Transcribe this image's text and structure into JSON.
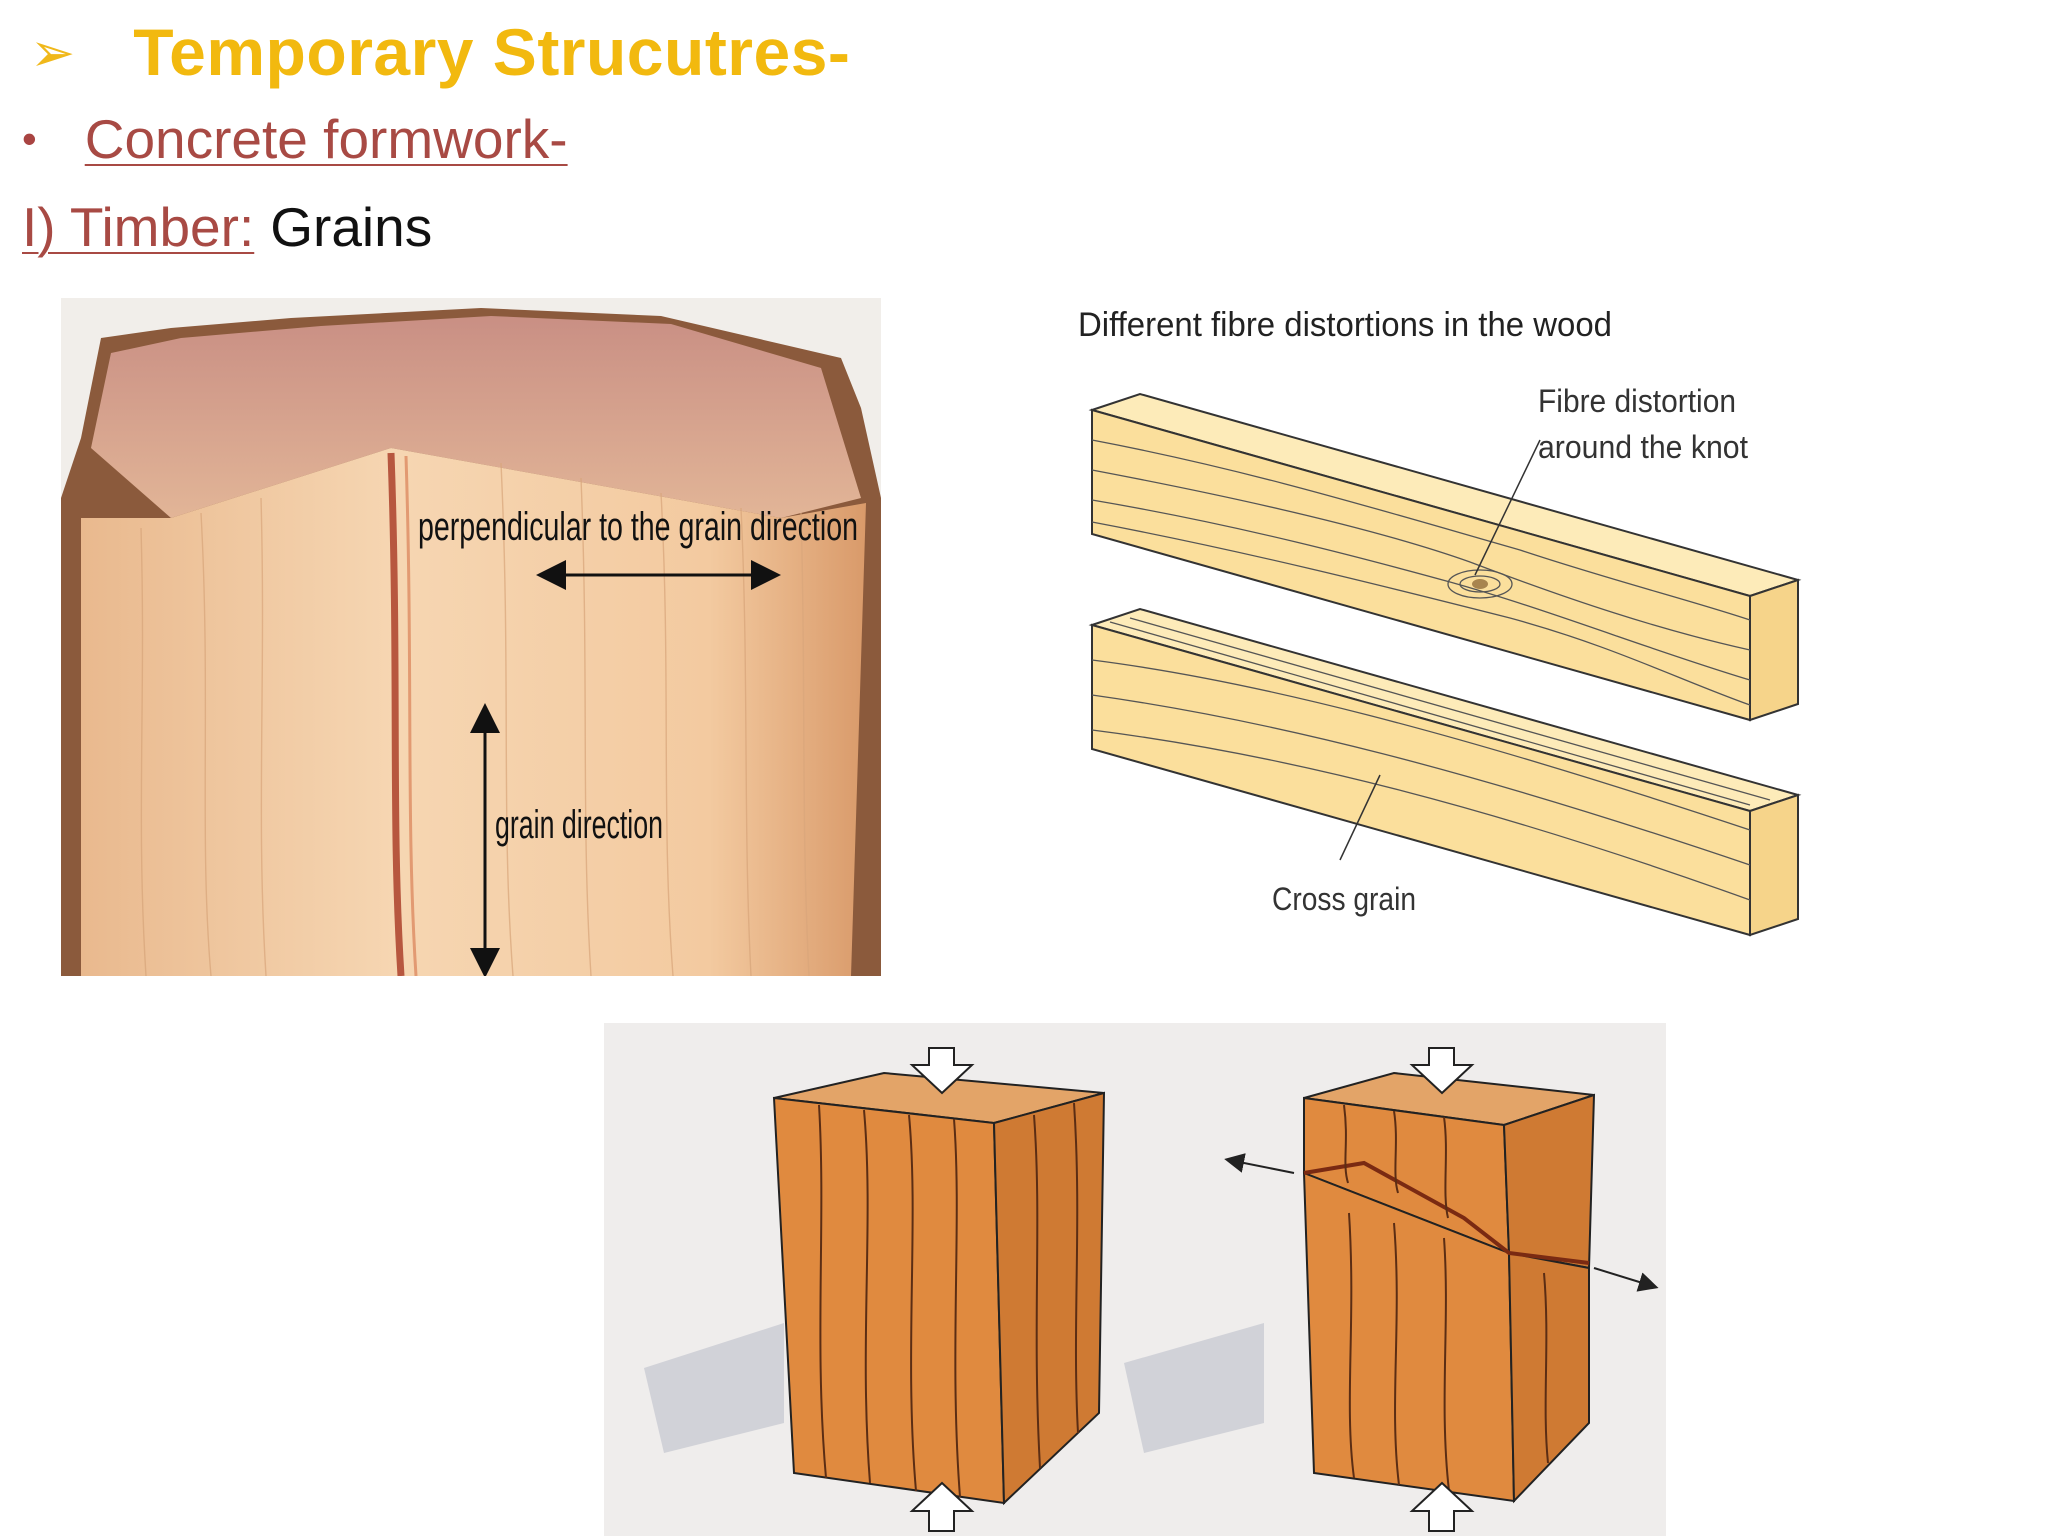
{
  "header": {
    "title_marker": "➢",
    "title": "Temporary Strucutres-",
    "bullet_marker": "•",
    "bullet": "Concrete formwork-",
    "sub_label": "I) Timber:",
    "sub_value": "Grains"
  },
  "figure_log": {
    "label_perpendicular": "perpendicular to the grain direction",
    "label_grain": "grain direction"
  },
  "figure_fibre": {
    "title": "Different fibre distortions in the wood",
    "label_knot_line1": "Fibre distortion",
    "label_knot_line2": "around the knot",
    "label_cross": "Cross grain"
  },
  "colors": {
    "title": "#f2b90f",
    "accent_red": "#a84a44",
    "wood_light": "#f6d7b0",
    "plank": "#fbe1a2",
    "block": "#d9823c"
  }
}
